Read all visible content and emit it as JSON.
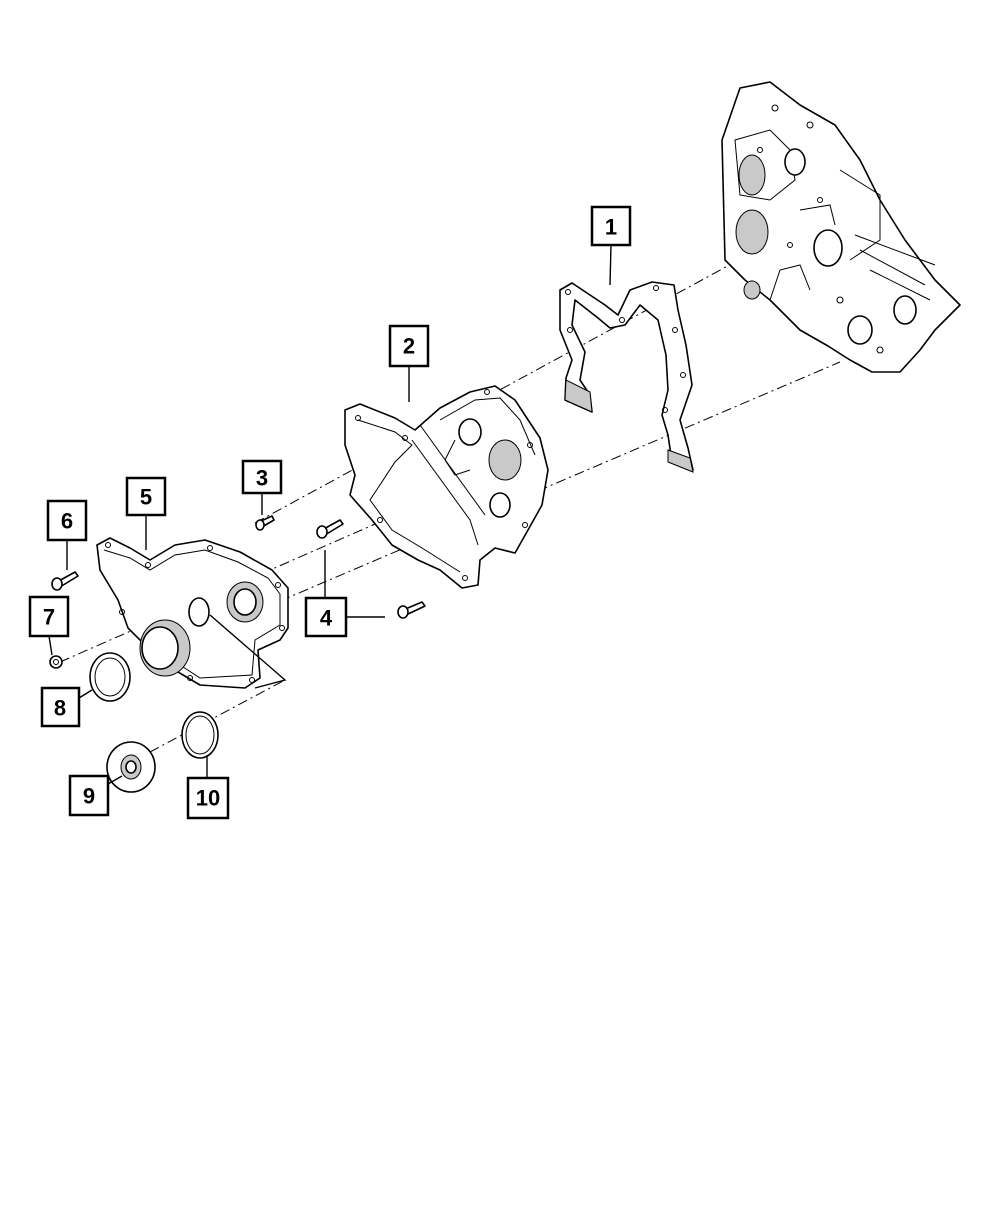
{
  "diagram": {
    "callouts": [
      {
        "id": "1",
        "label": "1"
      },
      {
        "id": "2",
        "label": "2"
      },
      {
        "id": "3",
        "label": "3"
      },
      {
        "id": "4",
        "label": "4"
      },
      {
        "id": "5",
        "label": "5"
      },
      {
        "id": "6",
        "label": "6"
      },
      {
        "id": "7",
        "label": "7"
      },
      {
        "id": "8",
        "label": "8"
      },
      {
        "id": "9",
        "label": "9"
      },
      {
        "id": "10",
        "label": "10"
      }
    ],
    "colors": {
      "ink": "#000000",
      "background": "#ffffff",
      "shading": "#c9c9c9"
    }
  }
}
